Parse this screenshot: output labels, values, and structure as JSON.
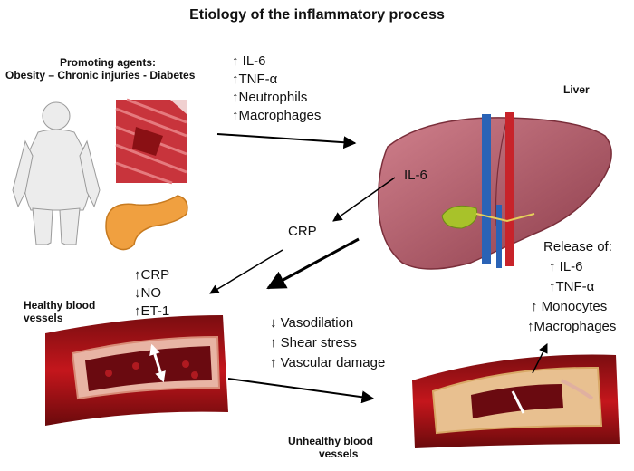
{
  "title": "Etiology of the inflammatory process",
  "promoting_agents": {
    "heading": "Promoting agents:",
    "list": "Obesity – Chronic injuries - Diabetes"
  },
  "markers_top": [
    "↑ IL-6",
    "↑TNF-α",
    "↑Neutrophils",
    "↑Macrophages"
  ],
  "liver_label": "Liver",
  "il6_label": "IL-6",
  "crp_label": "CRP",
  "healthy_markers": [
    "↑CRP",
    "↓NO",
    "↑ET-1"
  ],
  "healthy_vessels_label": [
    "Healthy blood",
    "vessels"
  ],
  "effects": [
    "↓ Vasodilation",
    "↑ Shear stress",
    "↑ Vascular damage"
  ],
  "release": {
    "heading": "Release of:",
    "items": [
      "↑ IL-6",
      "↑TNF-α",
      "↑ Monocytes",
      "↑Macrophages"
    ]
  },
  "unhealthy_vessels_label": [
    "Unhealthy blood",
    "vessels"
  ]
}
